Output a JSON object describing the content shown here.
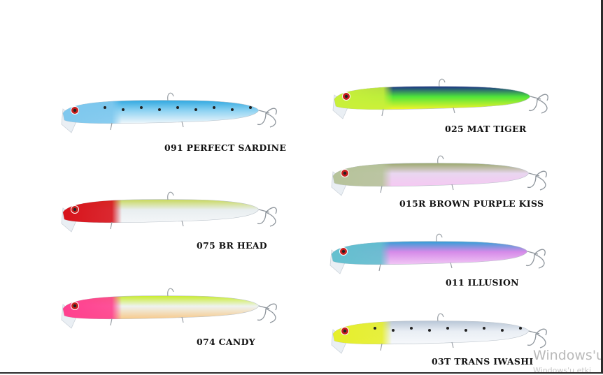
{
  "lures": [
    {
      "label": "091 PERFECT SARDINE",
      "top": "#2fa8e0",
      "mid": "#8fd3f2",
      "belly": "#eef6fb",
      "head": "#7fc8ee",
      "dots": true
    },
    {
      "label": "075 BR HEAD",
      "top": "#c8d85a",
      "mid": "#e8eef0",
      "belly": "#f4f6f8",
      "head": "#d8121a",
      "dots": false
    },
    {
      "label": "074 CANDY",
      "top": "#c9ec2a",
      "mid": "#eef3f0",
      "belly": "#f7c98a",
      "head": "#ff3f8f",
      "dots": false
    },
    {
      "label": "025 MAT TIGER",
      "top": "#1b2f8a",
      "mid": "#4fe43a",
      "belly": "#f4f52a",
      "head": "#c9f03a",
      "dots": false
    },
    {
      "label": "015R BROWN PURPLE KISS",
      "top": "#9aa86a",
      "mid": "#e9d6f0",
      "belly": "#f5c8f2",
      "head": "#b6c39a",
      "dots": false
    },
    {
      "label": "011 ILLUSION",
      "top": "#2f9fd6",
      "mid": "#d58ae8",
      "belly": "#f1c7f5",
      "head": "#63c0cf",
      "dots": false
    },
    {
      "label": "03T TRANS IWASHI",
      "top": "#b8c6d6",
      "mid": "#e9eef4",
      "belly": "#f6f8fb",
      "head": "#e6ef2a",
      "dots": true
    }
  ],
  "watermark": {
    "line1": "Windows'u",
    "line2": "Windows'u etki"
  }
}
